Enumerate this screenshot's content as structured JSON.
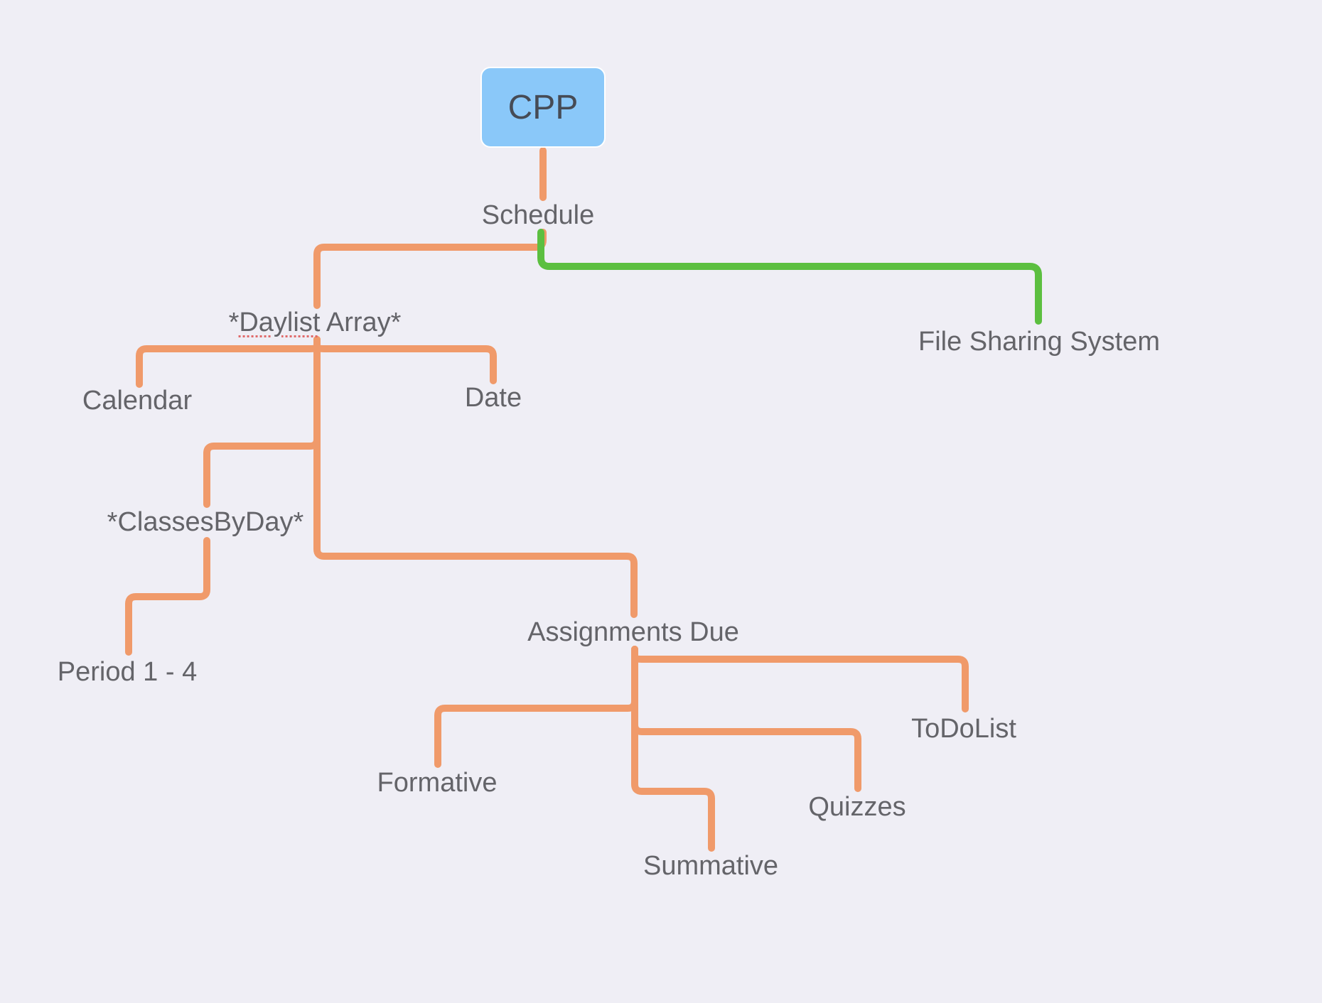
{
  "colors": {
    "background": "#efeef5",
    "root_fill": "#8ac8f9",
    "orange_branch": "#f09a6a",
    "green_branch": "#5cbf40",
    "topic_text": "#646469",
    "root_text": "#464b55"
  },
  "diagram": {
    "root": {
      "label": "CPP"
    },
    "topics": {
      "schedule": "Schedule",
      "daylist_prefix": "*",
      "daylist_word": "Daylist",
      "daylist_suffix": " Array*",
      "file_sharing": "File Sharing System",
      "calendar": "Calendar",
      "date": "Date",
      "classes_by_day": "*ClassesByDay*",
      "period": "Period 1 - 4",
      "assignments_due": "Assignments Due",
      "todolist": "ToDoList",
      "formative": "Formative",
      "quizzes": "Quizzes",
      "summative": "Summative"
    },
    "edges": [
      {
        "from": "CPP",
        "to": "Schedule",
        "color": "orange"
      },
      {
        "from": "Schedule",
        "to": "*Daylist Array*",
        "color": "orange"
      },
      {
        "from": "Schedule",
        "to": "File Sharing System",
        "color": "green"
      },
      {
        "from": "*Daylist Array*",
        "to": "Calendar",
        "color": "orange"
      },
      {
        "from": "*Daylist Array*",
        "to": "Date",
        "color": "orange"
      },
      {
        "from": "*Daylist Array*",
        "to": "*ClassesByDay*",
        "color": "orange"
      },
      {
        "from": "*Daylist Array*",
        "to": "Assignments Due",
        "color": "orange"
      },
      {
        "from": "*ClassesByDay*",
        "to": "Period 1 - 4",
        "color": "orange"
      },
      {
        "from": "Assignments Due",
        "to": "ToDoList",
        "color": "orange"
      },
      {
        "from": "Assignments Due",
        "to": "Formative",
        "color": "orange"
      },
      {
        "from": "Assignments Due",
        "to": "Quizzes",
        "color": "orange"
      },
      {
        "from": "Assignments Due",
        "to": "Summative",
        "color": "orange"
      }
    ]
  }
}
